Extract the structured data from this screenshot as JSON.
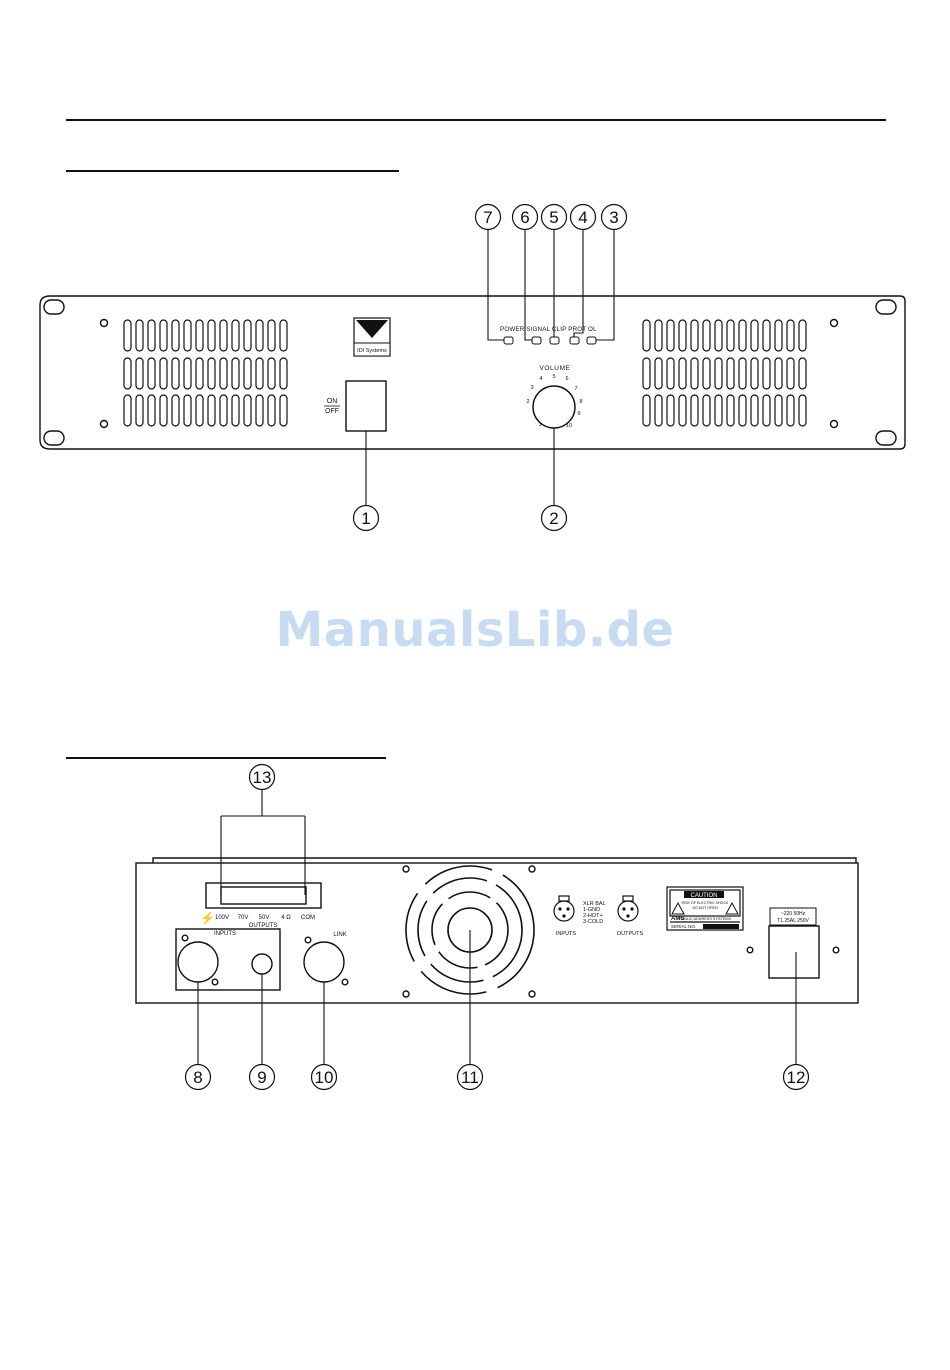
{
  "front_panel": {
    "led_labels": [
      "POWER",
      "SIGNAL",
      "CLIP",
      "PROT",
      "OL"
    ],
    "led_labels_as_printed": "POWER  SIGNAL CLIP  PROT  OL",
    "logo_text": "IDI Systems",
    "switch_label_on": "ON",
    "switch_label_off": "OFF",
    "volume_label": "VOLUME",
    "volume_scale": [
      "1",
      "2",
      "3",
      "4",
      "5",
      "6",
      "7",
      "8",
      "9",
      "10"
    ],
    "callouts": [
      "1",
      "2",
      "3",
      "4",
      "5",
      "6",
      "7"
    ]
  },
  "watermark": "ManualsLib.de",
  "rear_panel": {
    "output_taps": [
      "100V",
      "70V",
      "50V",
      "4 Ω",
      "COM"
    ],
    "outputs_label": "OUTPUTS",
    "inputs_label": "INPUTS",
    "link_label": "LINK",
    "xlr_text": [
      "XLR BAL",
      "1-GND",
      "2-HOT+",
      "3-COLD"
    ],
    "xlr_inputs_label": "INPUTS",
    "xlr_outputs_label": "OUTPUTS",
    "caution_title": "CAUTION",
    "caution_lines": [
      "RISK OF ELECTRIC SHOCK",
      "DO NOT OPEN"
    ],
    "warning_brand": "AMS",
    "warning_text": "PUBLIC ADDRESS SYSTEMS",
    "serial_label": "SERIAL NO.",
    "mains_label_1": "~220 50Hz",
    "mains_label_2": "T1.25AL 250V",
    "callouts": [
      "8",
      "9",
      "10",
      "11",
      "12",
      "13"
    ]
  }
}
